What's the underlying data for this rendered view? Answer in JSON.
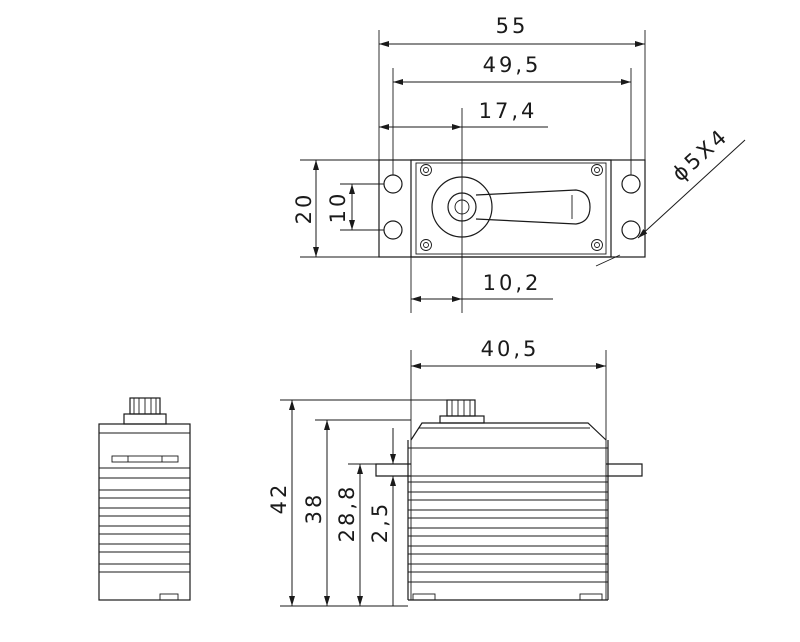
{
  "dimensions": {
    "top_width_overall": "55",
    "top_mount_spacing": "49,5",
    "top_shaft_offset": "17,4",
    "top_height": "20",
    "top_mount_vertical": "10",
    "top_shaft_offset_lower": "10,2",
    "mount_hole": "ϕ5X4",
    "side_body_length": "40,5",
    "side_height_total": "42",
    "side_height_body": "38",
    "side_height_flange": "28,8",
    "side_flange_thickness": "2,5"
  }
}
